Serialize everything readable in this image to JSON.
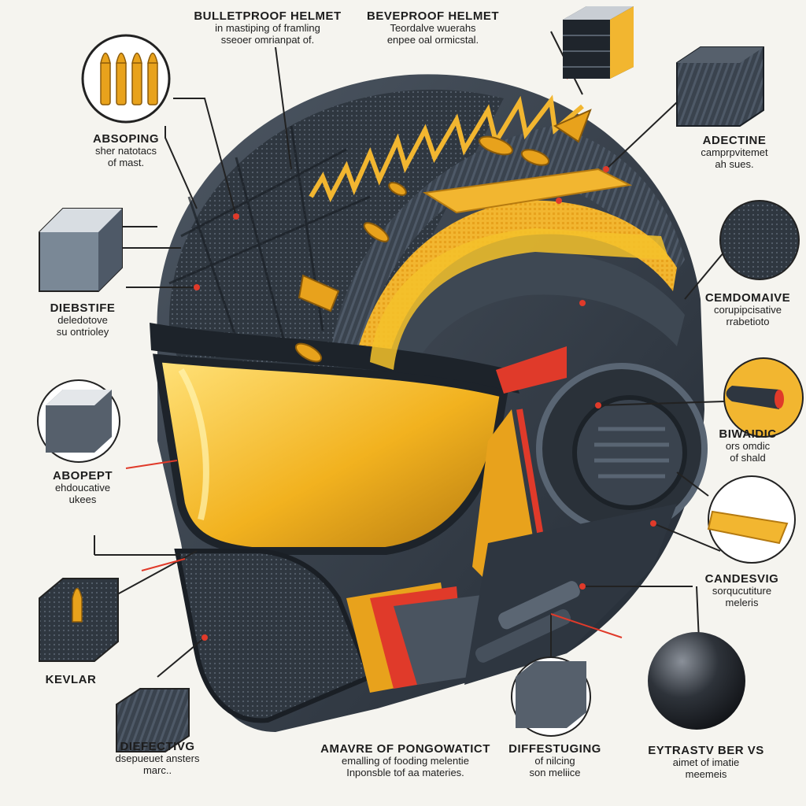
{
  "labels": {
    "top_left": {
      "title": "BULLETPROOF HELMET",
      "lines": [
        "in mastiping of framling",
        "sseoer omrianpat of."
      ]
    },
    "top_center": {
      "title": "BEVEPROOF HELMET",
      "lines": [
        "Teordalve wuerahs",
        "enpee oal ormicstal."
      ]
    },
    "absorbing": {
      "title": "ABSOPING",
      "lines": [
        "sher natotacs",
        "of mast."
      ]
    },
    "adective": {
      "title": "ADECTINE",
      "lines": [
        "camprpvitemet",
        "ah sues."
      ]
    },
    "diebstive": {
      "title": "DIEBSTIFE",
      "lines": [
        "deledotove",
        "su ontrioley"
      ]
    },
    "cemdomaive": {
      "title": "CEMDOMAIVE",
      "lines": [
        "corupipcisative",
        "rrabetioto"
      ]
    },
    "abopept": {
      "title": "ABOPEPT",
      "lines": [
        "ehdoucative",
        "ukees"
      ]
    },
    "biwaidic": {
      "title": "BIWAIDIC",
      "lines": [
        "ors omdic",
        "of shald"
      ]
    },
    "kevlar": {
      "title": "KEVLAR",
      "lines": []
    },
    "candesvig": {
      "title": "CANDESVIG",
      "lines": [
        "sorqucutiture",
        "meleris"
      ]
    },
    "diefecting": {
      "title": "DIEFECTIVG",
      "lines": [
        "dsepueuet ansters",
        "marc.."
      ]
    },
    "amavre": {
      "title": "AMAVRE OF PONGOWATICT",
      "lines": [
        "emalling of fooding melentie",
        "Inponsble tof aa materies."
      ]
    },
    "diffestuging": {
      "title": "DIFFESTUGING",
      "lines": [
        "of nilcing",
        "son meliice"
      ]
    },
    "eytrastv": {
      "title": "EYTRASTV BER VS",
      "lines": [
        "aimet of imatie",
        "meemeis"
      ]
    }
  },
  "colors": {
    "shell": "#2e3640",
    "shell_light": "#46505c",
    "kevlar_gold": "#f2b630",
    "accent_red": "#e03a2a",
    "visor": "#f4c22a",
    "background": "#f5f4ef"
  },
  "icons": [
    "bullets-icon",
    "block-sample-icon",
    "mesh-sphere-icon",
    "bullet-icon",
    "gold-strip-icon",
    "sphere-icon",
    "layer-stack-icon"
  ]
}
